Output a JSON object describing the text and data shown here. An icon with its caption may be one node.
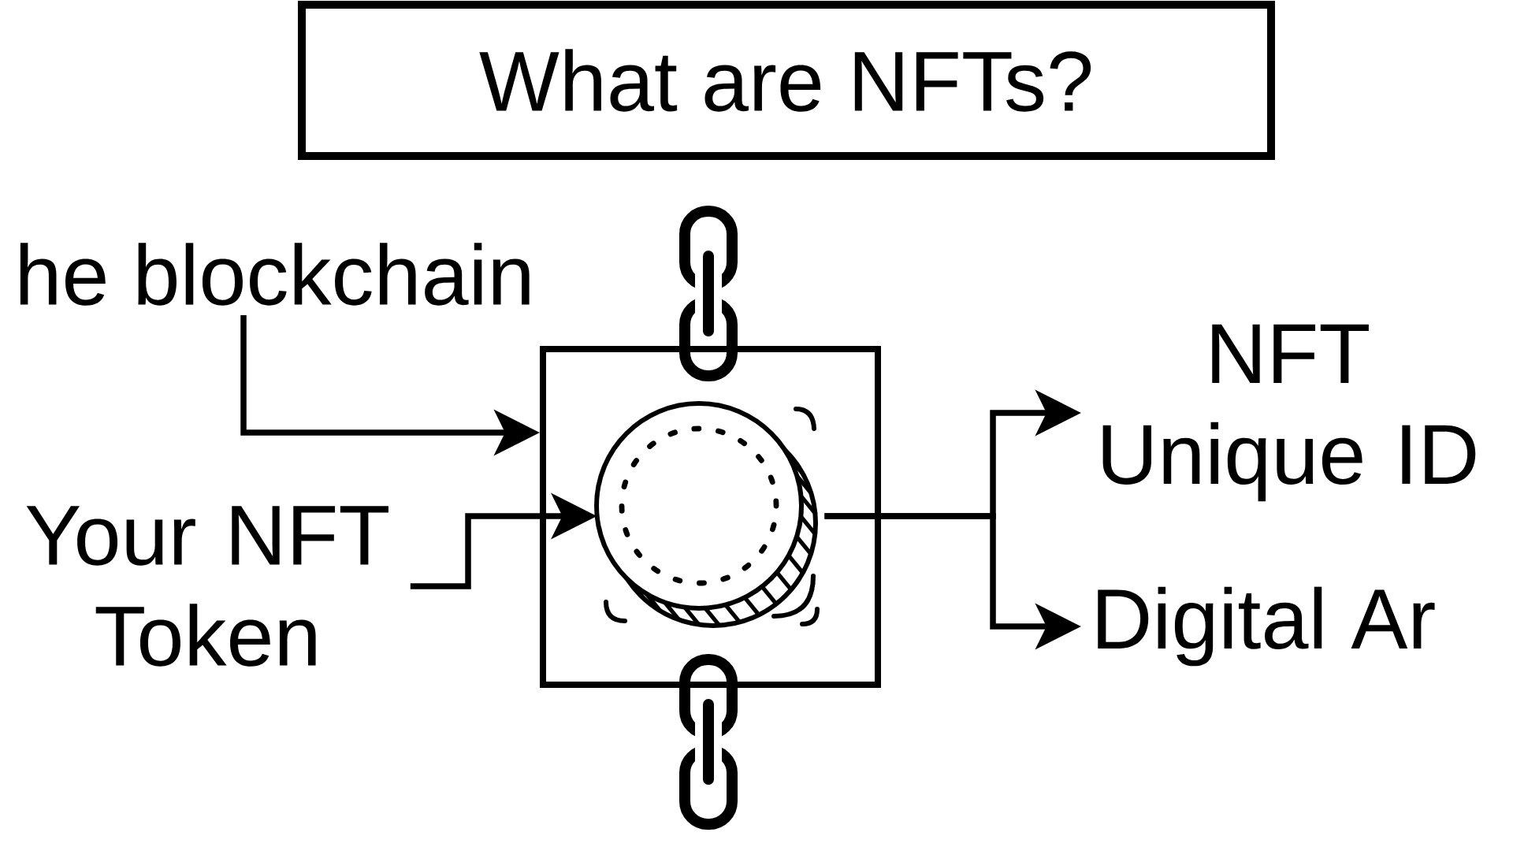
{
  "diagram": {
    "title": "What are NFTs?",
    "nodes": [
      {
        "text": [
          "he blockchain"
        ]
      },
      {
        "text": [],
        "shape": "box"
      },
      {
        "text": [],
        "shape": "picture",
        "in": 1
      },
      {
        "text": [
          "Your NFT Token"
        ]
      },
      {
        "text": [
          "NFT Unique ID"
        ]
      },
      {
        "text": [
          "Digital Ar"
        ]
      }
    ],
    "edges": [
      {
        "from": 0,
        "to": 1,
        "arrow": "to"
      },
      {
        "from": 3,
        "to": 2,
        "arrow": "to"
      },
      {
        "from": 2,
        "to": 4,
        "arrow": "to"
      },
      {
        "from": 2,
        "to": 5,
        "arrow": "to"
      }
    ]
  }
}
